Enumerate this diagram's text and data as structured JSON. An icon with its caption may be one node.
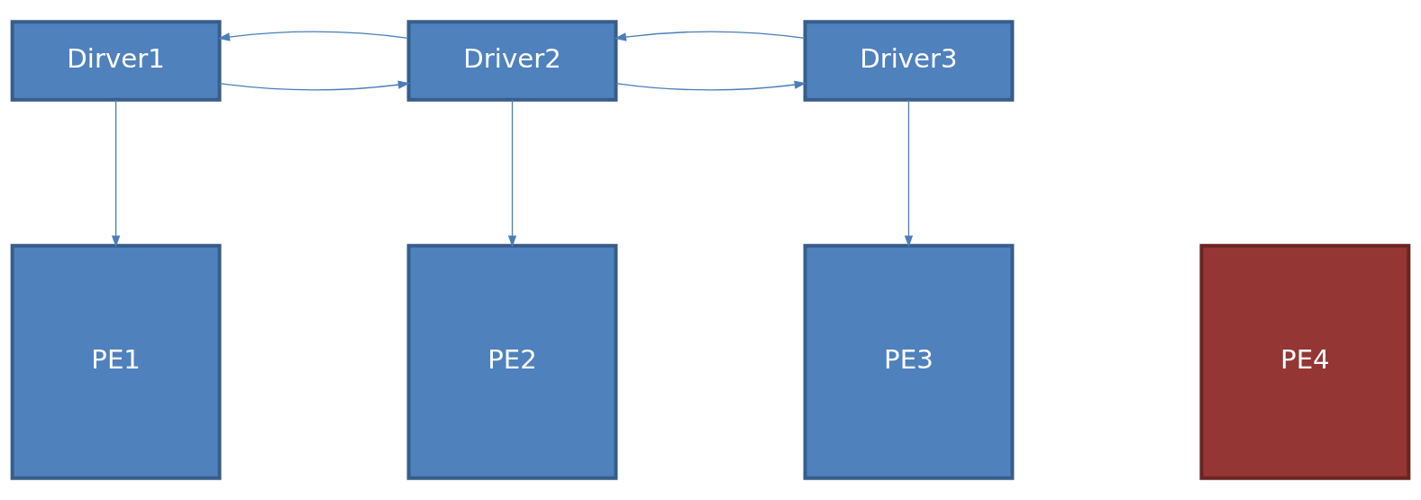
{
  "diagram": {
    "nodes": [
      {
        "text": [
          "Dirver1"
        ]
      },
      {
        "text": [
          "Driver2"
        ]
      },
      {
        "text": [
          "Driver3"
        ]
      },
      {
        "text": [
          "PE1"
        ]
      },
      {
        "text": [
          "PE2"
        ]
      },
      {
        "text": [
          "PE3"
        ]
      },
      {
        "text": [
          "PE4"
        ]
      }
    ],
    "edges": [
      {
        "from": 0,
        "to": 1,
        "arrow": "to"
      },
      {
        "from": 1,
        "to": 0,
        "arrow": "to"
      },
      {
        "from": 1,
        "to": 2,
        "arrow": "to"
      },
      {
        "from": 2,
        "to": 1,
        "arrow": "to"
      },
      {
        "from": 0,
        "to": 3,
        "arrow": "to"
      },
      {
        "from": 1,
        "to": 4,
        "arrow": "to"
      },
      {
        "from": 2,
        "to": 5,
        "arrow": "to"
      }
    ]
  }
}
